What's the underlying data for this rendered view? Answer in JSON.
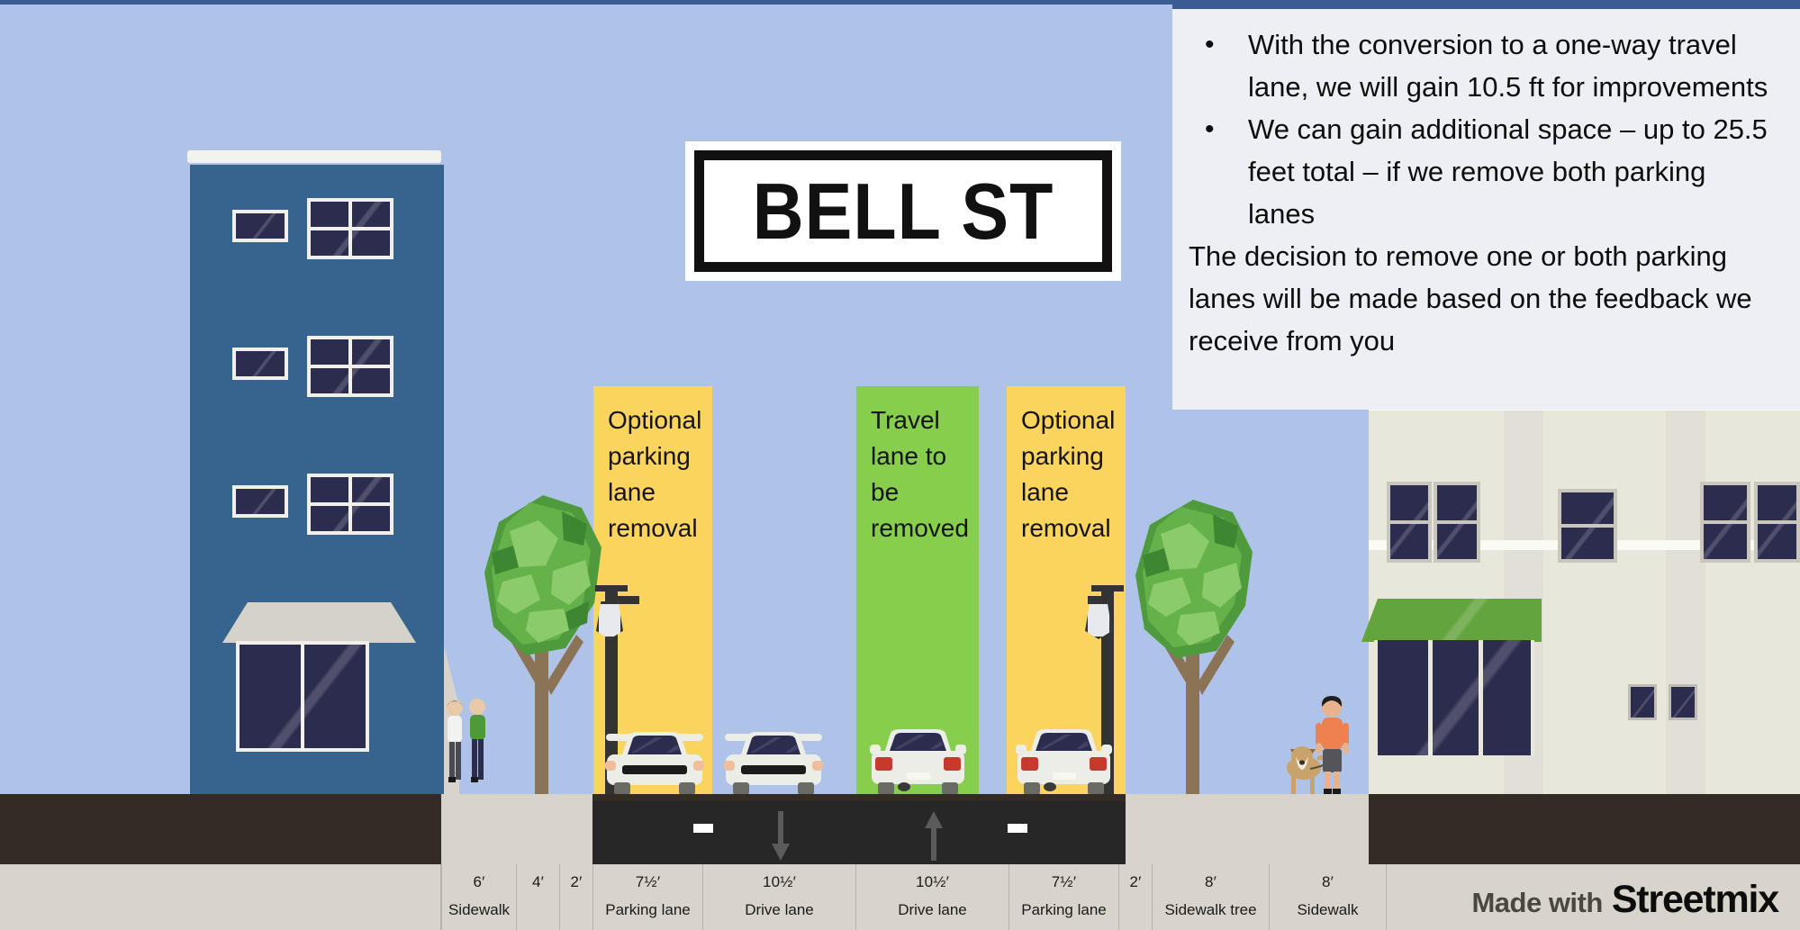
{
  "panel": {
    "bullets": [
      "With the conversion to a one-way travel lane, we will gain 10.5 ft for improvements",
      "We can gain additional space – up to 25.5 feet total – if we remove both parking lanes"
    ],
    "bullet_marker": "•",
    "tail": "The decision to remove one or both parking lanes will be made based on the feedback we receive from you"
  },
  "street_sign": {
    "name": "BELL ST"
  },
  "callouts": [
    {
      "id": "left-parking",
      "text": "Optional parking lane removal",
      "color": "#FAD45C"
    },
    {
      "id": "travel-lane",
      "text": "Travel lane to be removed",
      "color": "#86CE4B"
    },
    {
      "id": "right-parking",
      "text": "Optional parking lane removal",
      "color": "#FAD45C"
    }
  ],
  "segments": [
    {
      "width": "6′",
      "name": "Sidewalk"
    },
    {
      "width": "4′",
      "name": ""
    },
    {
      "width": "2′",
      "name": ""
    },
    {
      "width": "7½′",
      "name": "Parking lane"
    },
    {
      "width": "10½′",
      "name": "Drive lane"
    },
    {
      "width": "10½′",
      "name": "Drive lane"
    },
    {
      "width": "7½′",
      "name": "Parking lane"
    },
    {
      "width": "2′",
      "name": ""
    },
    {
      "width": "8′",
      "name": "Sidewalk tree"
    },
    {
      "width": "8′",
      "name": "Sidewalk"
    }
  ],
  "branding": {
    "made_with": "Made with",
    "product": "Streetmix"
  },
  "colors": {
    "sky": "#AFC3E8",
    "asphalt": "#272727",
    "sidewalk": "#D8D4CC",
    "dirt": "#332C25",
    "building_left": "#36648F",
    "building_right": "#E8E7DC",
    "panel_bg": "#EDEFF4",
    "accent_border": "#3A5C92",
    "highlight_yellow": "#FAD45C",
    "highlight_green": "#86CE4B"
  }
}
